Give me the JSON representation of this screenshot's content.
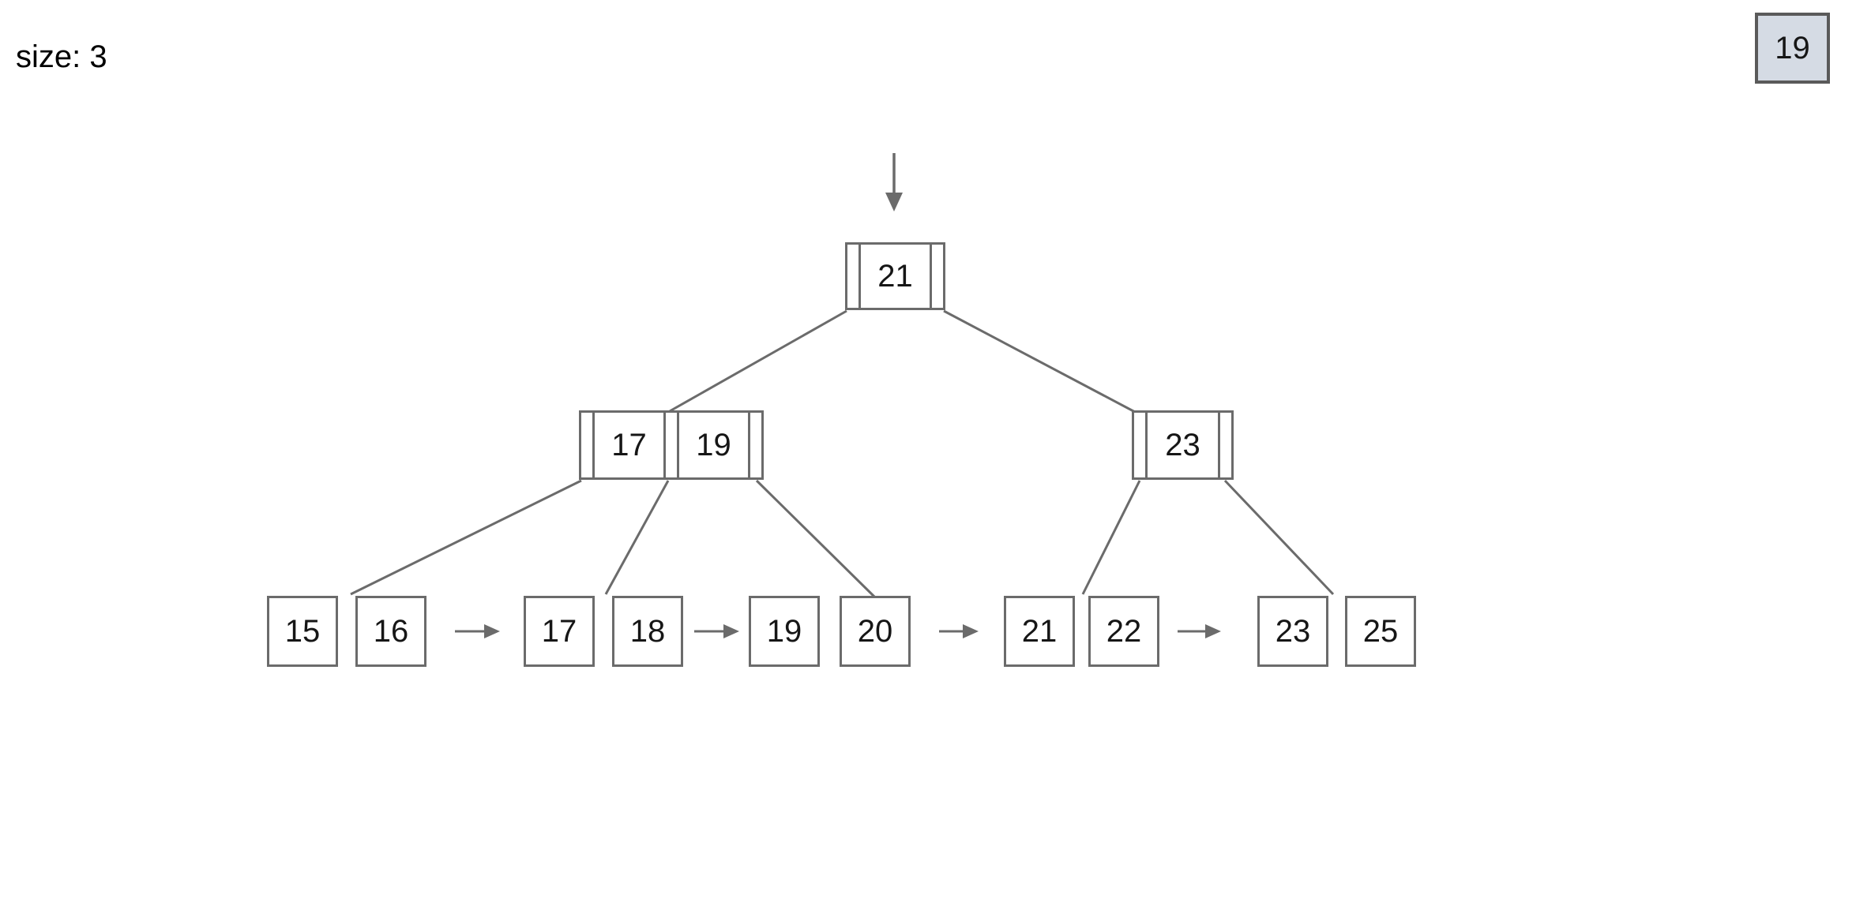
{
  "status": {
    "size_label": "size: 3"
  },
  "insert": {
    "value": "19"
  },
  "tree": {
    "root": {
      "keys": [
        "21"
      ]
    },
    "internal_nodes": [
      {
        "keys": [
          "17",
          "19"
        ]
      },
      {
        "keys": [
          "23"
        ]
      }
    ],
    "leaf_nodes": [
      {
        "keys": [
          "15",
          "16"
        ]
      },
      {
        "keys": [
          "17",
          "18"
        ]
      },
      {
        "keys": [
          "19",
          "20"
        ]
      },
      {
        "keys": [
          "21",
          "22"
        ]
      },
      {
        "keys": [
          "23",
          "25"
        ]
      }
    ]
  },
  "colors": {
    "background": "#ffffff",
    "line": "#6b6b6b",
    "node_border": "#6b6b6b",
    "text": "#161616",
    "highlight_fill": "#d5dbe4",
    "highlight_border": "#5a5a5a"
  }
}
